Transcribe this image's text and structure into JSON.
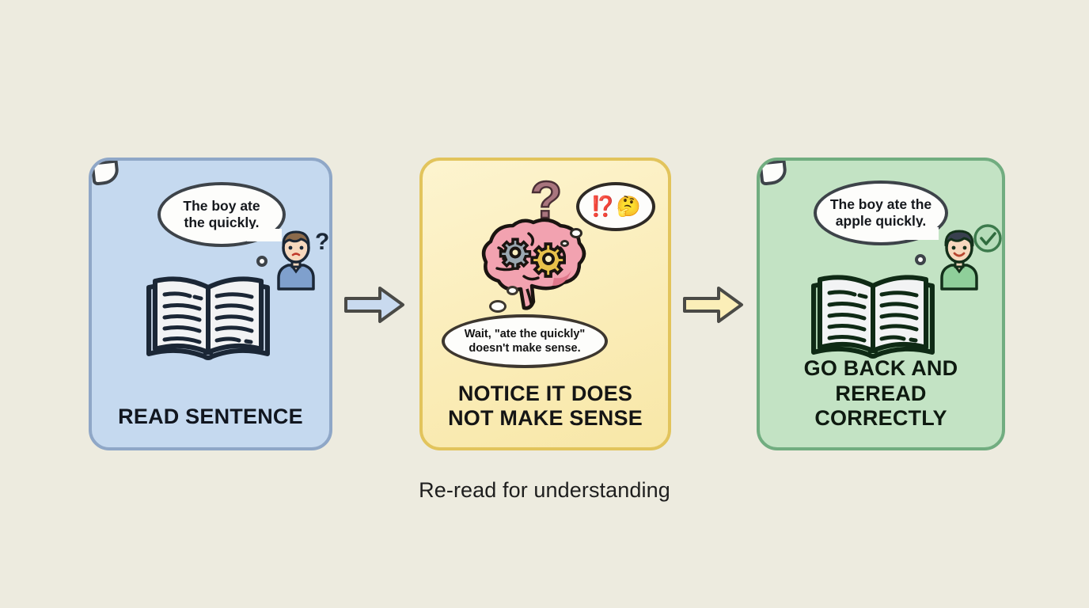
{
  "background_color": "#edebdf",
  "footer_caption": "Re-read for understanding",
  "panels": [
    {
      "id": "read-sentence",
      "caption": "READ SENTENCE",
      "fill_color": "#c5d9ef",
      "border_color": "#8fa7c7",
      "bubble_text_line1": "The boy ate",
      "bubble_text_line2": "the quickly.",
      "person_icon": "confused-person-icon",
      "person_hair_color": "#8b6a4b",
      "person_shirt_color": "#7fa0cd",
      "status_icon": "question-mark-icon",
      "book_icon": "open-book-icon"
    },
    {
      "id": "notice-problem",
      "caption_line1": "NOTICE IT DOES",
      "caption_line2": "NOT MAKE SENSE",
      "fill_color": "#fbefbf",
      "border_color": "#e2c45c",
      "thought_text_line1": "Wait, \"ate the quickly\"",
      "thought_text_line2": "doesn't make sense.",
      "brain_icon": "brain-with-gears-icon",
      "brain_color": "#f0a0ae",
      "gear_colors": [
        "#9aa7b0",
        "#e8c14a"
      ],
      "question_mark_icon": "question-mark-icon",
      "question_mark_color": "#9c6b73",
      "emoji_1": "⁉️",
      "emoji_2": "🤔"
    },
    {
      "id": "reread-correctly",
      "caption_line1": "GO BACK AND",
      "caption_line2": "REREAD CORRECTLY",
      "fill_color": "#c3e3c4",
      "border_color": "#71ad80",
      "bubble_text_line1": "The boy ate the",
      "bubble_text_line2": "apple quickly.",
      "person_icon": "happy-person-icon",
      "person_hair_color": "#39404f",
      "person_shirt_color": "#8fcf9a",
      "status_icon": "check-circle-icon",
      "book_icon": "open-book-icon"
    }
  ],
  "arrows": [
    {
      "id": "arrow-1-2",
      "fill_color": "#c9daef",
      "stroke_color": "#4a4a46",
      "direction": "right"
    },
    {
      "id": "arrow-2-3",
      "fill_color": "#fbeeb8",
      "stroke_color": "#4a4a46",
      "direction": "right"
    }
  ]
}
